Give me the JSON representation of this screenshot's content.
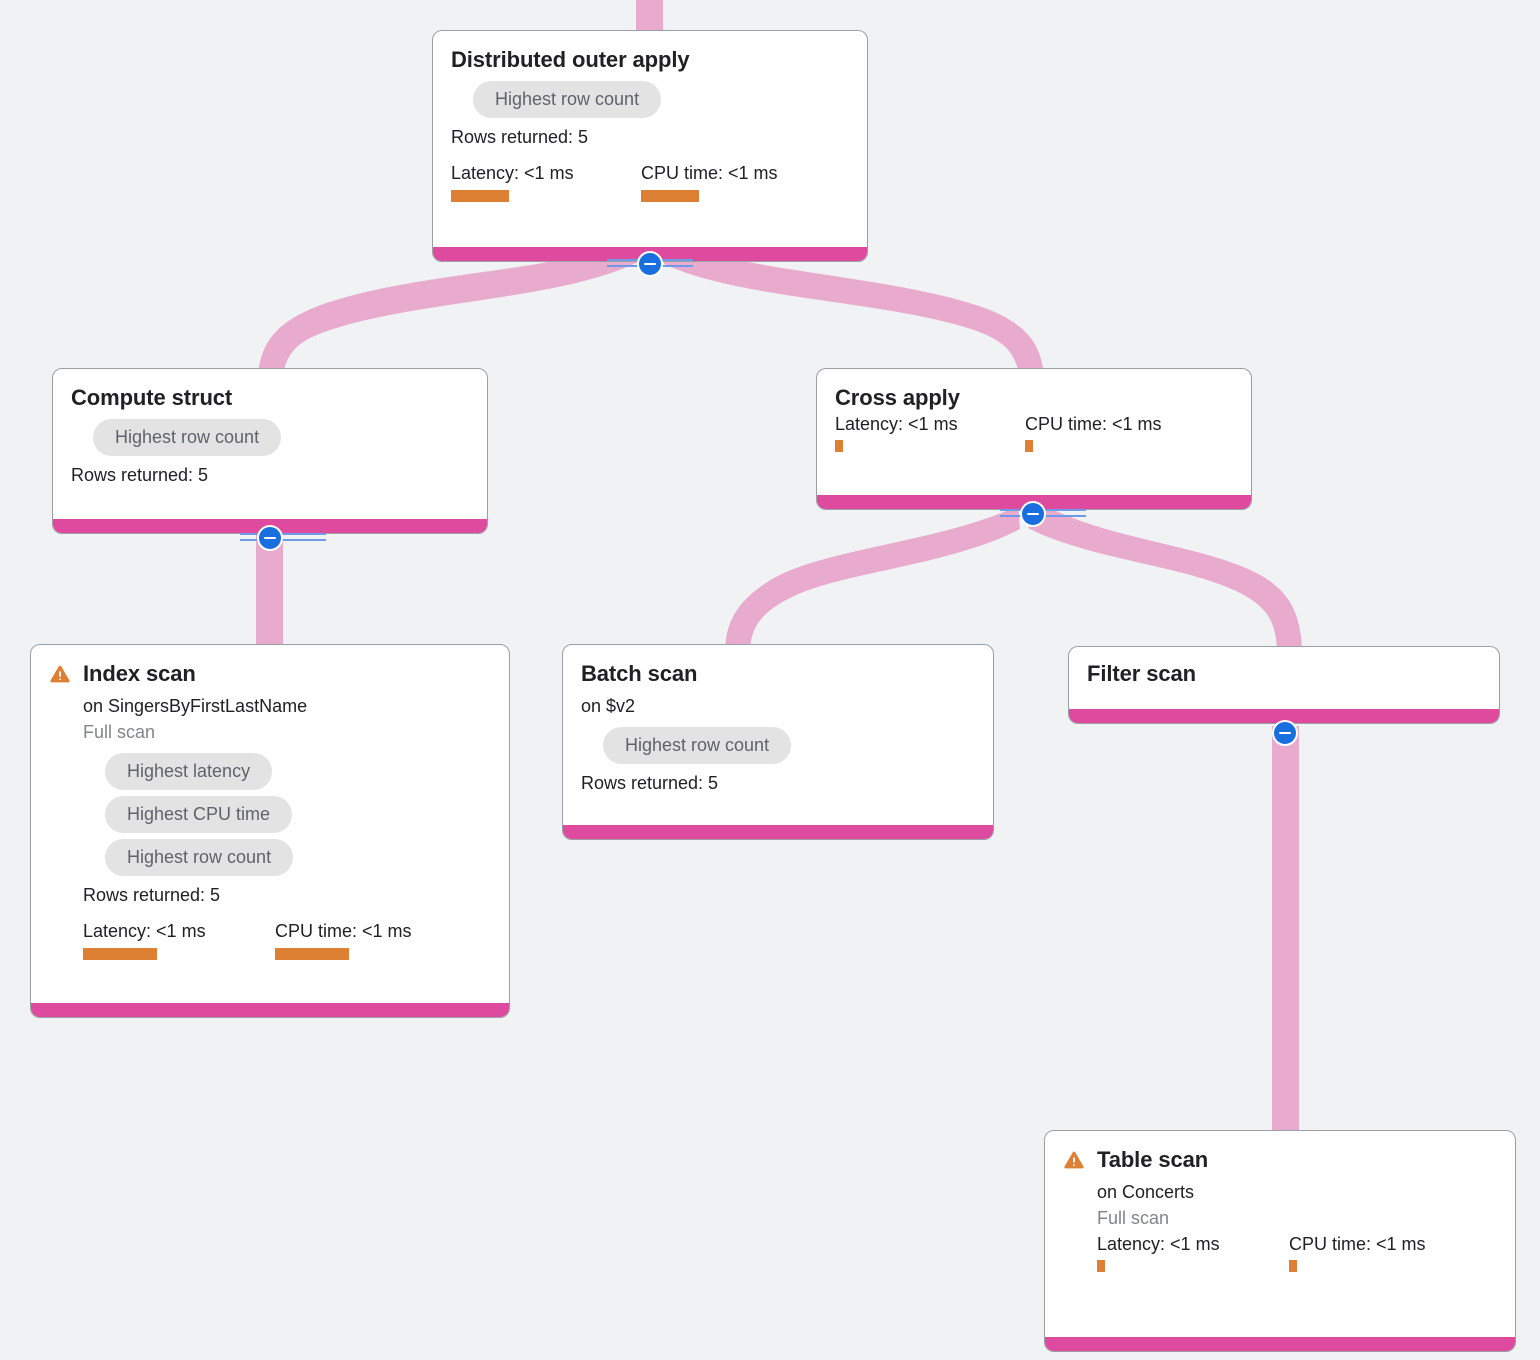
{
  "canvas": {
    "background_color": "#f1f2f4",
    "edge_color": "#e8aacd",
    "node_footer_color": "#de4a9e",
    "toggle_color": "#1a6fe0",
    "metric_bar_color": "#dd8033",
    "badge_color": "#e3e3e3",
    "warning_color": "#dd8033"
  },
  "labels": {
    "rows_returned_prefix": "Rows returned: ",
    "latency_prefix": "Latency: ",
    "cpu_prefix": "CPU time: "
  },
  "nodes": [
    {
      "id": "distributed-outer-apply",
      "title": "Distributed outer apply",
      "warning": false,
      "badges": [
        "Highest row count"
      ],
      "rows_returned": "Rows returned: 5",
      "latency": "Latency: <1 ms",
      "cpu_time": "CPU time: <1 ms",
      "toggle_state": "expanded"
    },
    {
      "id": "compute-struct",
      "title": "Compute struct",
      "warning": false,
      "badges": [
        "Highest row count"
      ],
      "rows_returned": "Rows returned: 5",
      "toggle_state": "expanded"
    },
    {
      "id": "cross-apply",
      "title": "Cross apply",
      "warning": false,
      "badges": [],
      "latency": "Latency: <1 ms",
      "cpu_time": "CPU time: <1 ms",
      "toggle_state": "expanded"
    },
    {
      "id": "index-scan",
      "title": "Index scan",
      "warning": true,
      "target": "on SingersByFirstLastName",
      "scan_type": "Full scan",
      "badges": [
        "Highest latency",
        "Highest CPU time",
        "Highest row count"
      ],
      "rows_returned": "Rows returned: 5",
      "latency": "Latency: <1 ms",
      "cpu_time": "CPU time: <1 ms",
      "toggle_state": "none"
    },
    {
      "id": "batch-scan",
      "title": "Batch scan",
      "warning": false,
      "target": "on $v2",
      "badges": [
        "Highest row count"
      ],
      "rows_returned": "Rows returned: 5",
      "toggle_state": "none"
    },
    {
      "id": "filter-scan",
      "title": "Filter scan",
      "warning": false,
      "badges": [],
      "toggle_state": "expanded"
    },
    {
      "id": "table-scan",
      "title": "Table scan",
      "warning": true,
      "target": "on Concerts",
      "scan_type": "Full scan",
      "badges": [],
      "latency": "Latency: <1 ms",
      "cpu_time": "CPU time: <1 ms",
      "toggle_state": "none"
    }
  ],
  "edges": [
    {
      "from": "root-inlet",
      "to": "distributed-outer-apply"
    },
    {
      "from": "distributed-outer-apply",
      "to": "compute-struct"
    },
    {
      "from": "distributed-outer-apply",
      "to": "cross-apply"
    },
    {
      "from": "compute-struct",
      "to": "index-scan"
    },
    {
      "from": "cross-apply",
      "to": "batch-scan"
    },
    {
      "from": "cross-apply",
      "to": "filter-scan"
    },
    {
      "from": "filter-scan",
      "to": "table-scan"
    }
  ]
}
